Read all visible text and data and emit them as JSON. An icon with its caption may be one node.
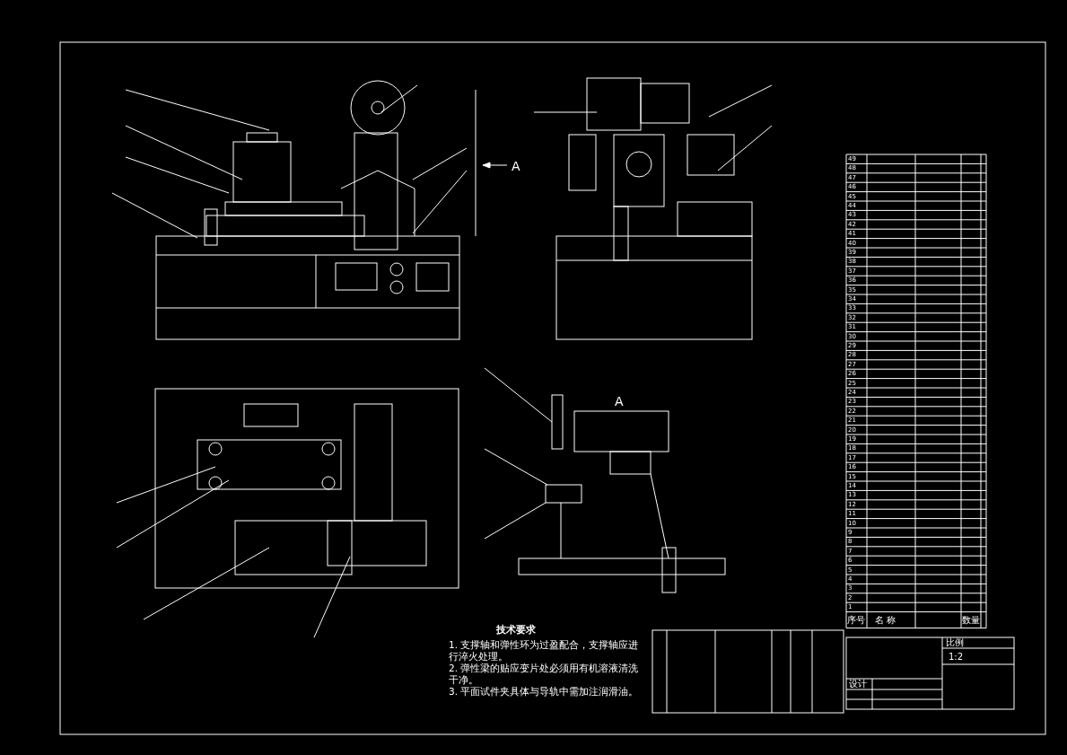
{
  "diagram": {
    "labels": [
      "A",
      "A",
      "技术要求",
      "1. 支撑轴和弹性环为过盈配合，支撑轴应进行淬火处理。",
      "2. 弹性梁的贴应变片处必须用有机溶液清洗干净。",
      "3. 平面试件夹具体与导轨中需加注润滑油。",
      "49",
      "48",
      "47",
      "46",
      "45",
      "44",
      "43",
      "42",
      "41",
      "40",
      "39",
      "38",
      "37",
      "36",
      "35",
      "34",
      "33",
      "32",
      "31",
      "30",
      "29",
      "28",
      "27",
      "26",
      "25",
      "24",
      "23",
      "22",
      "21",
      "20",
      "19",
      "18",
      "17",
      "16",
      "15",
      "14",
      "13",
      "12",
      "11",
      "10",
      "9",
      "8",
      "7",
      "6",
      "5",
      "4",
      "3",
      "2",
      "1",
      "序号",
      "名 称",
      "数量",
      "比例",
      "1:2",
      "设计"
    ]
  }
}
